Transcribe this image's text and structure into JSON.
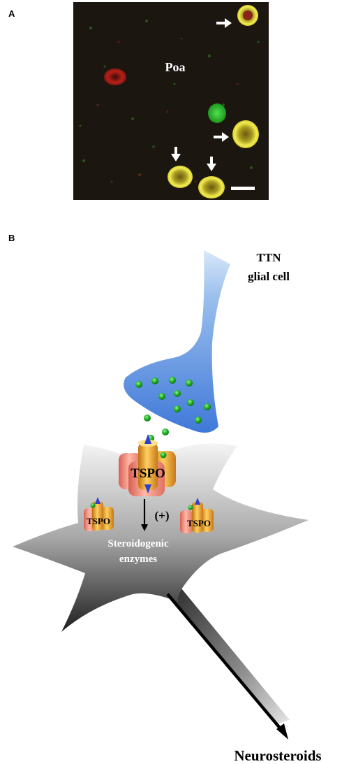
{
  "panel_a": {
    "label": "A",
    "region_label": "Poa"
  },
  "panel_b": {
    "label": "B",
    "glial_cell_label_line1": "TTN",
    "glial_cell_label_line2": "glial cell",
    "receptor_label_main": "TSPO",
    "receptor_label_left": "TSPO",
    "receptor_label_right": "TSPO",
    "stimulation_label": "(+)",
    "enzyme_label_line1": "Steroidogenic",
    "enzyme_label_line2": "enzymes",
    "product_label": "Neurosteroids"
  },
  "colors": {
    "micrograph_background": "#1a1510",
    "cell_red": "#c8241e",
    "cell_yellow": "#e6e23c",
    "cell_green": "#2ec82e",
    "glial_blue": "#3f7fd8",
    "ligand_green": "#1eb41e",
    "tspo_orange": "#f0a830",
    "tspo_pink": "#f08a80",
    "arrow_blue": "#3040c8"
  }
}
